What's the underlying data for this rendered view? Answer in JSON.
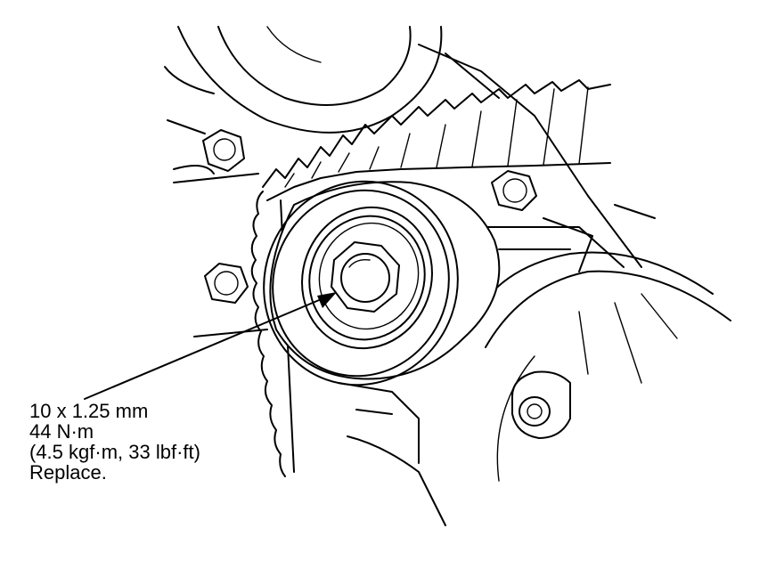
{
  "callout": {
    "bolt_size": "10 x 1.25 mm",
    "torque_nm": "44 N·m",
    "torque_alt": "(4.5 kgf·m, 33 lbf·ft)",
    "note": "Replace."
  },
  "colors": {
    "line": "#000000",
    "background": "#ffffff"
  }
}
